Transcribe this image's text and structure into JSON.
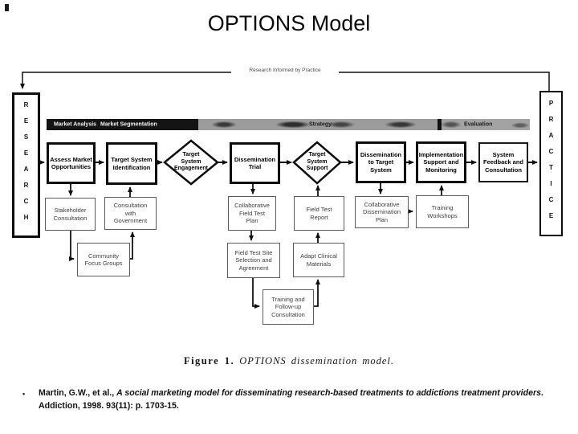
{
  "slide": {
    "title": "OPTIONS Model"
  },
  "diagram": {
    "feedback_label": "Research Informed by Practice",
    "bars": {
      "research": "RESEARCH",
      "practice": "PRACTICE"
    },
    "band": {
      "market_analysis": "Market Analysis",
      "market_segmentation": "Market Segmentation",
      "strategy": "Strategy",
      "evaluation": "Evaluation"
    },
    "colors": {
      "band_black": "#141414",
      "band_gray": "#9c9c9c",
      "line": "#111111"
    },
    "nodes": {
      "assess_market": "Assess Market\nOpportunities",
      "target_system_identification": "Target System\nIdentification",
      "target_system_engagement": "Target\nSystem\nEngagement",
      "dissemination_trial": "Dissemination\nTrial",
      "target_system_support": "Target\nSystem\nSupport",
      "dissemination_to_target": "Dissemination\nto Target\nSystem",
      "implementation_support": "Implementation\nSupport and\nMonitoring",
      "system_feedback": "System\nFeedback and\nConsultation",
      "stakeholder_consultation": "Stakeholder\nConsultation",
      "consultation_government": "Consultation\nwith\nGovernment",
      "community_focus_groups": "Community\nFocus Groups",
      "collaborative_field_test_plan": "Collaborative\nField Test\nPlan",
      "field_test_report": "Field Test\nReport",
      "collaborative_dissemination_plan": "Collaborative\nDissemination\nPlan",
      "training_workshops": "Training\nWorkshops",
      "field_test_site": "Field Test Site\nSelection and\nAgreement",
      "adapt_clinical_materials": "Adapt Clinical\nMaterials",
      "training_followup": "Training and\nFollow-up\nConsultation"
    }
  },
  "caption": {
    "label": "Figure 1.",
    "text": "OPTIONS dissemination model."
  },
  "citation": {
    "bullet": "•",
    "authors": "Martin, G.W., et al., ",
    "work_title": "A social marketing model for disseminating research-based treatments to addictions treatment providers",
    "source": ". Addiction, 1998. 93(11): p. 1703-15."
  }
}
